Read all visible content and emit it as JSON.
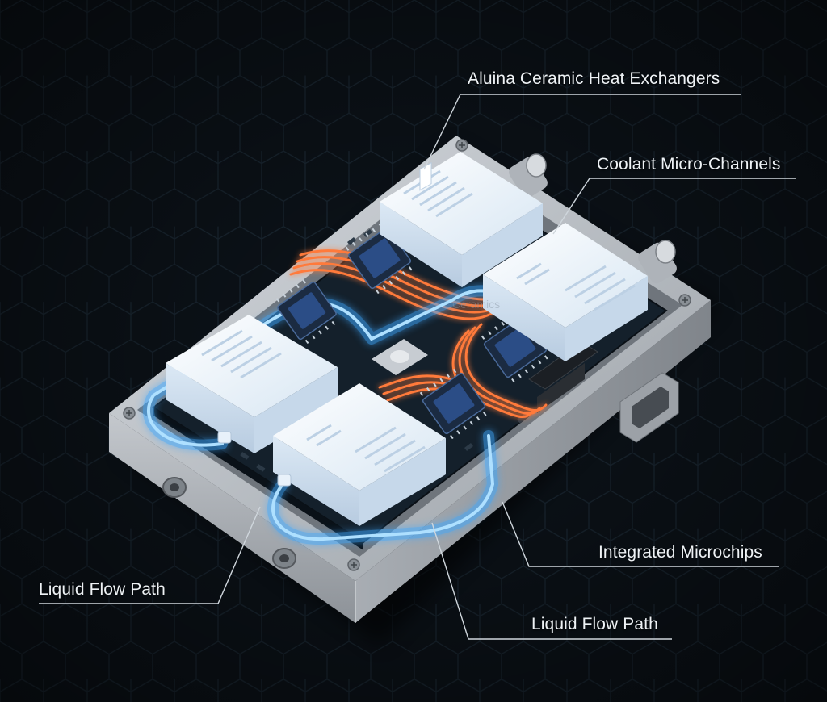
{
  "callouts": {
    "heat_exchangers": "Aluina Ceramic Heat Exchangers",
    "micro_channels": "Coolant Micro-Channels",
    "microchips": "Integrated Microchips",
    "flow_path_left": "Liquid Flow Path",
    "flow_path_right": "Liquid Flow Path"
  },
  "watermark": "Ceramics",
  "colors": {
    "background": "#0d141b",
    "hex_grid": "#1c2a36",
    "aluminum": "#b9bdc2",
    "pcb": "#14202b",
    "chip": "#2b4d86",
    "ceramic": "#e8f1fa",
    "coolant_glow": "#3da8ff",
    "copper_trace": "#ff7a3a",
    "label_text": "#eef2f5",
    "leader_line": "#cfd6dc"
  },
  "icons": [
    "hex-pattern",
    "mounting-screw-icon",
    "coolant-port-icon"
  ]
}
